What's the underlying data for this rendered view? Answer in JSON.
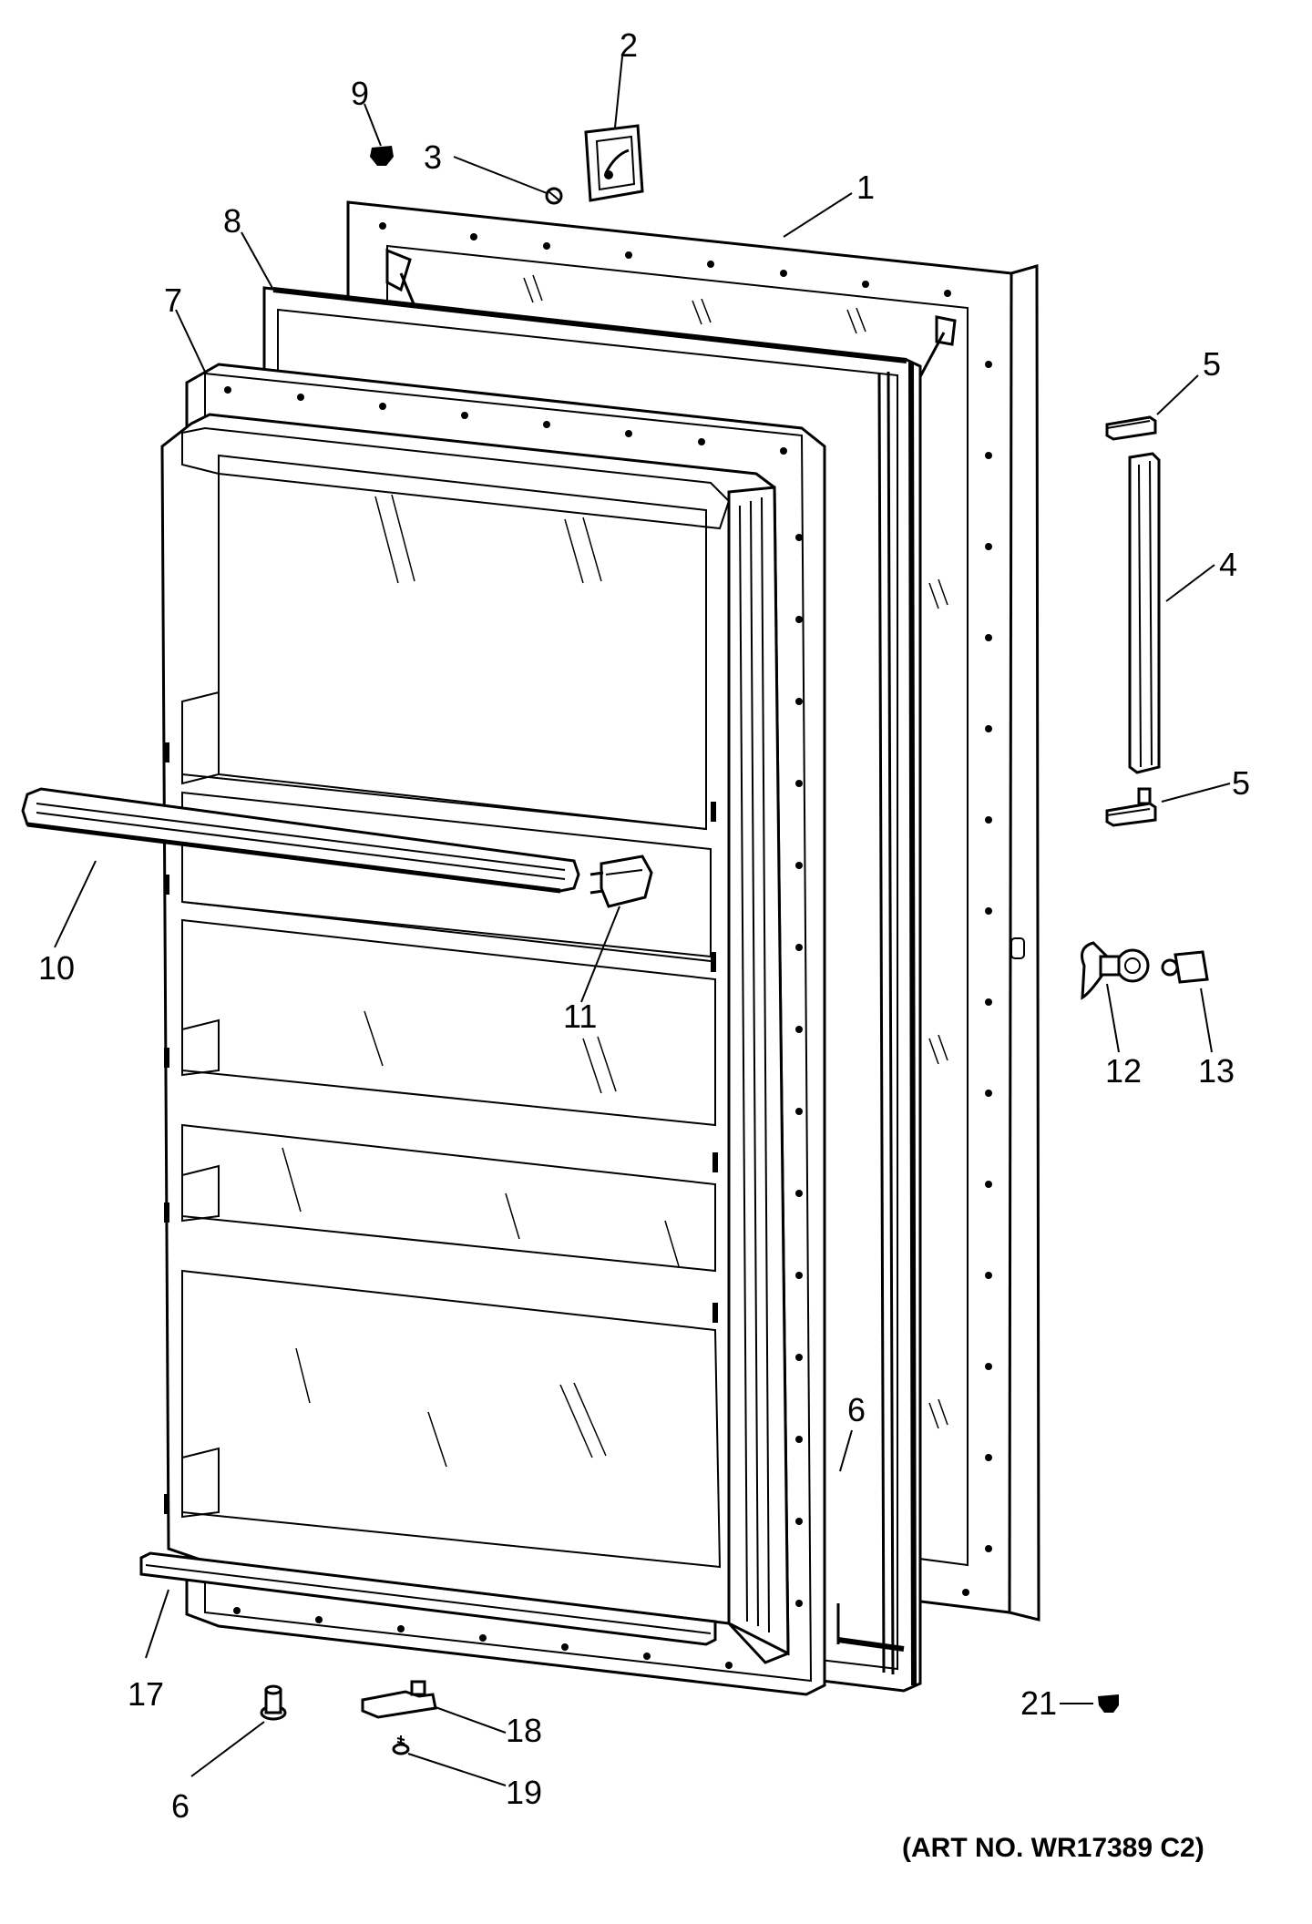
{
  "callouts": [
    {
      "id": "1",
      "text": "1"
    },
    {
      "id": "2",
      "text": "2"
    },
    {
      "id": "3",
      "text": "3"
    },
    {
      "id": "4",
      "text": "4"
    },
    {
      "id": "5a",
      "text": "5"
    },
    {
      "id": "5b",
      "text": "5"
    },
    {
      "id": "6a",
      "text": "6"
    },
    {
      "id": "6b",
      "text": "6"
    },
    {
      "id": "7",
      "text": "7"
    },
    {
      "id": "8",
      "text": "8"
    },
    {
      "id": "9",
      "text": "9"
    },
    {
      "id": "10",
      "text": "10"
    },
    {
      "id": "11",
      "text": "11"
    },
    {
      "id": "12",
      "text": "12"
    },
    {
      "id": "13",
      "text": "13"
    },
    {
      "id": "17",
      "text": "17"
    },
    {
      "id": "18",
      "text": "18"
    },
    {
      "id": "19",
      "text": "19"
    },
    {
      "id": "21",
      "text": "21"
    }
  ],
  "art_number": "(ART NO. WR17389 C2)"
}
